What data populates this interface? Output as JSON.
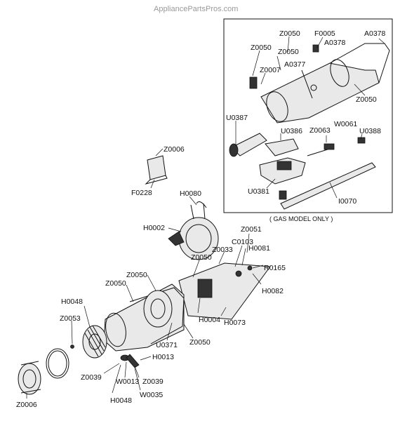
{
  "watermark": "AppliancePartsPros.com",
  "inset_note": "( GAS MODEL ONLY )",
  "labels": {
    "z0050_a": "Z0050",
    "f0005": "F0005",
    "a0378_a": "A0378",
    "z0050_b": "Z0050",
    "z0050_c": "Z0050",
    "a0378_b": "A0378",
    "a0377": "A0377",
    "z0007": "Z0007",
    "z0050_d": "Z0050",
    "u0387": "U0387",
    "u0386": "U0386",
    "z0063": "Z0063",
    "w0061": "W0061",
    "u0388": "U0388",
    "u0381": "U0381",
    "i0070": "I0070",
    "z0006_top": "Z0006",
    "f0228": "F0228",
    "h0080": "H0080",
    "h0002": "H0002",
    "z0051": "Z0051",
    "c0103": "C0103",
    "h0081": "H0081",
    "z0033": "Z0033",
    "z0050_e": "Z0050",
    "r0165": "R0165",
    "h0082": "H0082",
    "z0050_f": "Z0050",
    "z0050_g": "Z0050",
    "h0048_a": "H0048",
    "h0004": "H0004",
    "h0073": "H0073",
    "z0053": "Z0053",
    "u0371": "U0371",
    "z0050_h": "Z0050",
    "h0013": "H0013",
    "z0039_a": "Z0039",
    "w0013": "W0013",
    "z0039_b": "Z0039",
    "h0048_b": "H0048",
    "w0035": "W0035",
    "z0006_bottom": "Z0006"
  }
}
